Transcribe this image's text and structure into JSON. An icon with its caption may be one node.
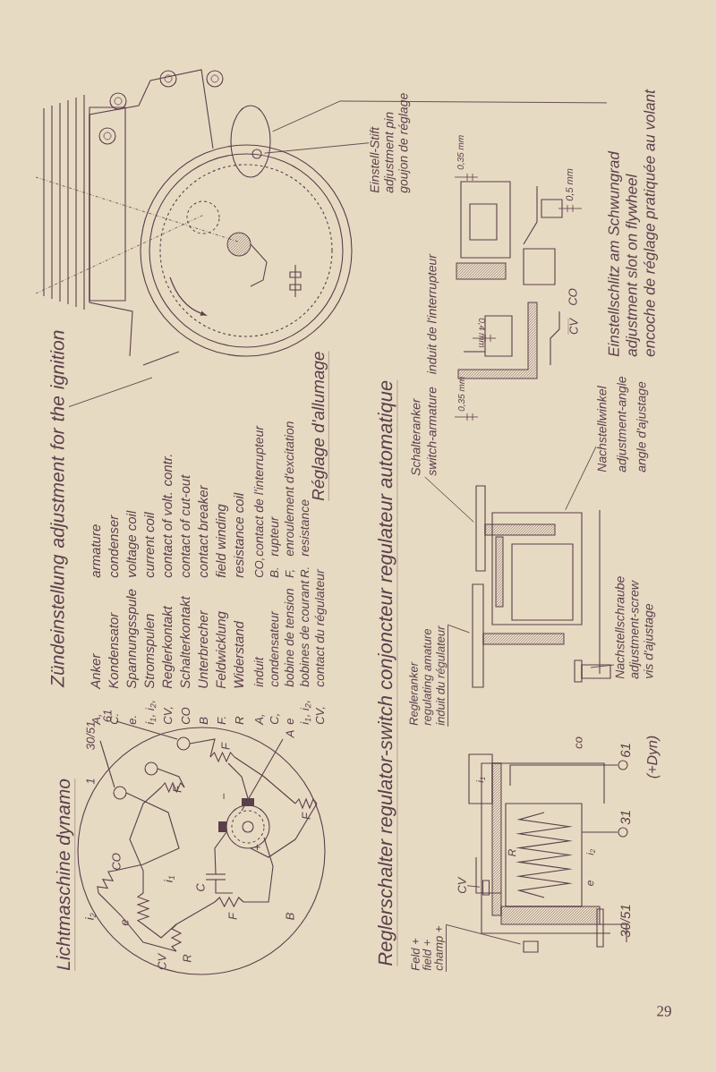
{
  "diagram": {
    "nodes": [
      {
        "text": [
          "Zündeinstellung adjustment for the ignition"
        ]
      },
      {
        "text": [
          "Feld +",
          "field +",
          "champ +"
        ]
      },
      {
        "text": [
          "CV"
        ]
      },
      {
        "text": [
          "Regleranker",
          "regulating amature",
          "induit du régulateur"
        ]
      },
      {
        "text": [
          "Nachstellschraube",
          "adjustment-screw",
          "vis d'ajustage"
        ]
      },
      {
        "text": [
          "Schalteranker",
          "switch-armature",
          "induit de l'interrupteur"
        ]
      },
      {
        "text": [
          "Nachstellwinkel",
          "adjustment-angle",
          "angle d'ajustage"
        ]
      },
      {
        "text": [
          "Einstell-Stift",
          "adjustment pin",
          "goujon de réglage"
        ]
      },
      {
        "text": [
          "Einstellschlitz am Schwungrad",
          "adjustment slot on flywheel",
          "encoche de réglage pratiquée au volant"
        ]
      },
      {
        "text": [],
        "shape": "box"
      },
      {
        "text": [],
        "shape": "box"
      },
      {
        "text": [],
        "shape": "box"
      },
      {
        "text": [],
        "shape": "box"
      },
      {
        "text": [],
        "shape": "ellipse"
      },
      {
        "text": [],
        "shape": "circle",
        "in": 13
      },
      {
        "text": [],
        "shape": "box"
      }
    ],
    "edges": [
      {
        "from": 0,
        "to": null,
        "arrow": "none"
      },
      {
        "from": 1,
        "to": 9,
        "arrow": "none"
      },
      {
        "from": 2,
        "to": 15,
        "arrow": "none"
      },
      {
        "from": 3,
        "to": 10,
        "arrow": "none"
      },
      {
        "from": 4,
        "to": null,
        "arrow": "none"
      },
      {
        "from": 5,
        "to": 11,
        "arrow": "none"
      },
      {
        "from": 6,
        "to": 12,
        "arrow": "none"
      },
      {
        "from": 7,
        "to": 14,
        "arrow": "none"
      },
      {
        "from": 8,
        "to": 13,
        "arrow": "none"
      }
    ],
    "labels": [
      "Lichtmaschine dynamo",
      "A,",
      "Anker",
      "armature",
      "C.",
      "Kondensator",
      "condenser",
      "e.",
      "Spannungsspule",
      "voltage coil",
      "i$_{1}$, i$_{2}$,",
      "Stromspulen",
      "current coil",
      "CV,",
      "Reglerkontakt",
      "contact of volt. contr.",
      "CO",
      "Schalterkontakt",
      "contact of cut-out",
      "B",
      "Unterbrecher",
      "contact breaker",
      "F.",
      "Feldwicklung",
      "field winding",
      "R",
      "Widerstand",
      "resistance coil",
      "A,",
      "induit",
      "CO,",
      "contact de l'interrupteur",
      "C,",
      "condensateur",
      "B.",
      "rupteur",
      "e",
      "bobine de tension",
      "F,",
      "enroulement d'excitation",
      "i$_{1}$, i$_{2}$,",
      "bobines de courant",
      "R.",
      "resistance",
      "CV,",
      "contact du régulateur",
      "Réglage d'allumage",
      "Reglerschalter regulator-switch conjoncteur regulateur automatique",
      "1",
      "30/51",
      "61",
      "i$_{2}$",
      "CO",
      "e",
      "CV",
      "R",
      "i$_{1}$",
      "C",
      "F",
      "B",
      "+",
      "−",
      "F",
      "F",
      "F",
      "A",
      "30/51",
      "31",
      "61",
      "(+Dyn)",
      "co",
      "R",
      "e",
      "i$_{1}$",
      "i$_{2}$",
      "0,35 mm",
      "0,4 mm",
      "0,35 mm",
      "0,5 mm",
      "CV",
      "CO",
      "29"
    ]
  }
}
